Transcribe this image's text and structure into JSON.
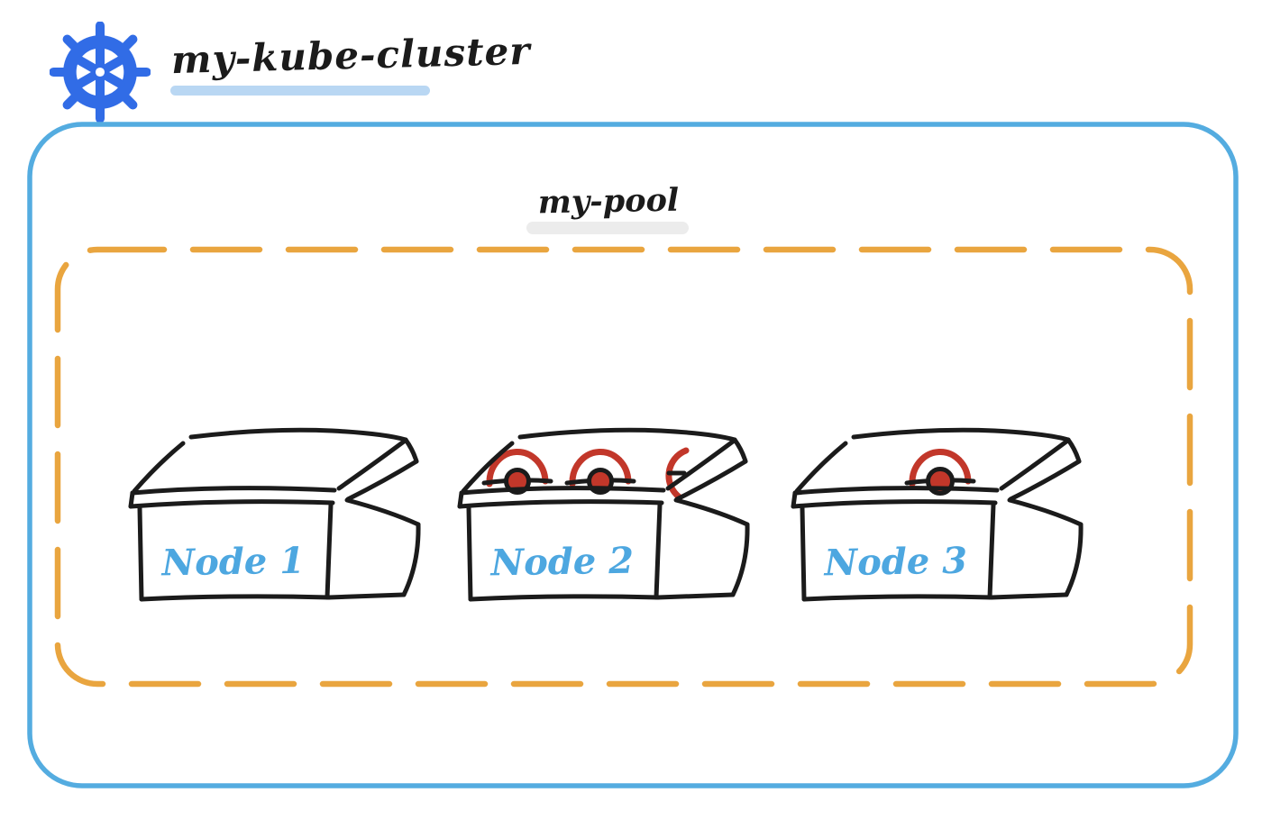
{
  "header": {
    "title": "my-kube-cluster",
    "logo_icon": "kubernetes-helm-icon"
  },
  "cluster": {
    "name": "my-kube-cluster",
    "pool": {
      "label": "my-pool",
      "nodes": [
        {
          "label": "Node 1",
          "pods": 0
        },
        {
          "label": "Node 2",
          "pods": 3
        },
        {
          "label": "Node 3",
          "pods": 1
        }
      ]
    }
  },
  "colors": {
    "canvas_background": "#FFFFFF",
    "kubernetes_blue": "#316CE6",
    "cluster_border_blue": "#54ACE0",
    "pool_border_orange": "#E9A53F",
    "node_label_blue": "#4DA7E0",
    "pod_red": "#C2372A",
    "sketch_ink": "#1B1B1B",
    "title_underline_blue": "#B9D7F3",
    "pool_label_highlight_gray": "#ECECEC"
  }
}
